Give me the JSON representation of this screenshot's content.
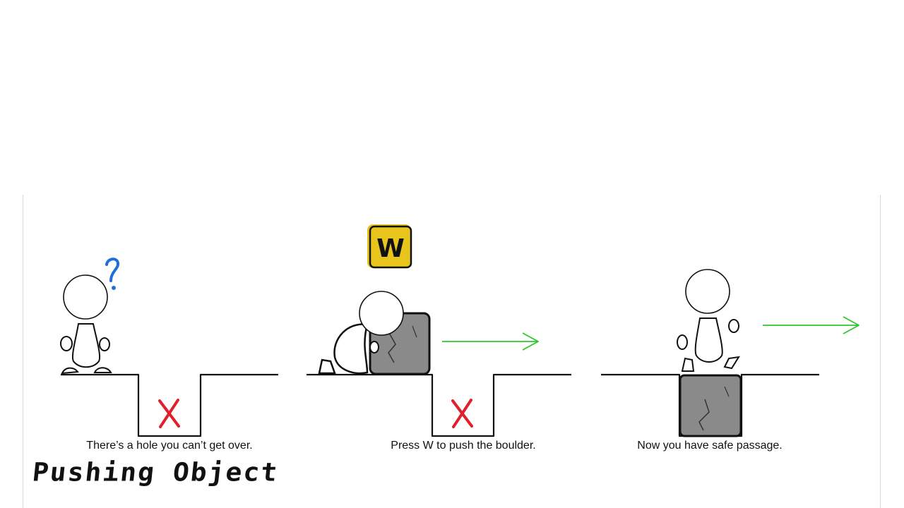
{
  "title": {
    "text": "Pushing Object"
  },
  "panels": [
    {
      "caption": "There’s a hole you can’t get over.",
      "question_mark": "?",
      "blocked_mark": "X"
    },
    {
      "caption": "Press W to push the boulder.",
      "key_label": "W",
      "blocked_mark": "X"
    },
    {
      "caption": "Now you have safe passage."
    }
  ],
  "colors": {
    "outline": "#111111",
    "question": "#1e6fd9",
    "cross": "#e0202a",
    "arrow": "#2fc42f",
    "key_bg": "#e8c51d",
    "boulder": "#8a8a8a"
  },
  "icons": {
    "direction": "right-arrow-icon",
    "blocked": "cross-icon",
    "confused": "question-mark-icon",
    "key": "w-key-icon"
  }
}
